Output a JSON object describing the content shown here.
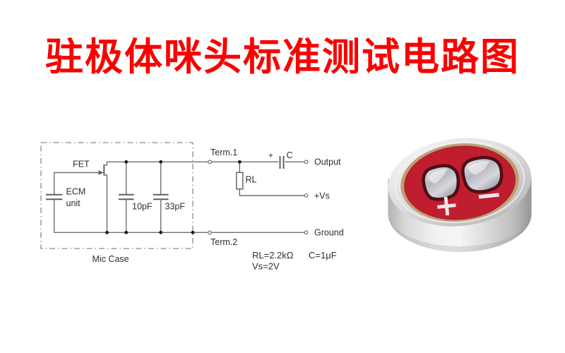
{
  "title": {
    "text": "驻极体咪头标准测试电路图",
    "color": "#fb0000"
  },
  "circuit": {
    "line_color": "#6f6f6f",
    "text_color": "#2e2e2e",
    "labels": {
      "fet": "FET",
      "ecm_line1": "ECM",
      "ecm_line2": "unit",
      "cap_10pf": "10pF",
      "cap_33pf": "33pF",
      "mic_case": "Mic Case",
      "term1": "Term.1",
      "term2": "Term.2",
      "load_resistor": "RL",
      "coupling_cap": "C",
      "coupling_cap_polarity": "+",
      "output": "Output",
      "supply": "+Vs",
      "ground": "Ground"
    },
    "values": {
      "rl": "RL=2.2kΩ",
      "c": "C=1μF",
      "vs": "Vs=2V"
    }
  },
  "photo": {
    "subject": "electret-microphone-capsule",
    "plus_pad_label": "+",
    "minus_pad_label": "−",
    "face_color": "#c01d2f",
    "ring_color": "#c59a70",
    "case_color": "#d6d6d6"
  }
}
